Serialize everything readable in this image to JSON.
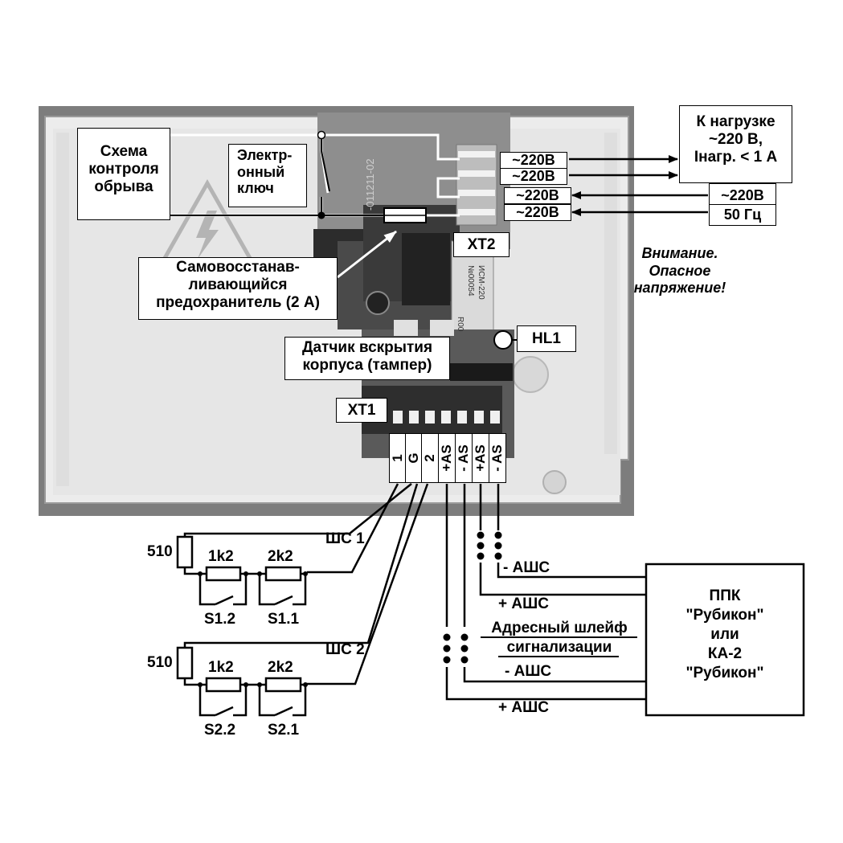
{
  "labels": {
    "break_control": [
      "Схема",
      "контроля",
      "обрыва"
    ],
    "electronic_key": [
      "Электр-",
      "онный",
      "ключ"
    ],
    "fuse": [
      "Самовосстанав-",
      "ливающийся",
      "предохранитель (2 А)"
    ],
    "tamper": [
      "Датчик вскрытия",
      "корпуса (тампер)"
    ],
    "xt2": "XT2",
    "xt1": "XT1",
    "hl1": "HL1",
    "load": [
      "К нагрузке",
      "~220 В,",
      "Iнагр. < 1 А"
    ],
    "mains": [
      "~220В",
      "50 Гц"
    ],
    "warning": [
      "Внимание.",
      "Опасное",
      "напряжение!"
    ],
    "ppk": [
      "ППК",
      "\"Рубикон\"",
      "или",
      "КА-2",
      "\"Рубикон\""
    ],
    "loop_title": [
      "Адресный шлейф",
      "сигнализации"
    ]
  },
  "terminals_xt2": [
    "~220В",
    "~220В",
    "~220В",
    "~220В"
  ],
  "terminals_xt1": [
    "1",
    "G",
    "2",
    "+AS",
    "- AS",
    "+AS",
    "- AS"
  ],
  "board_marks": [
    "-011211-02",
    "ИСМ-220",
    "№00054",
    "R00"
  ],
  "loop1": {
    "name": "ШС 1",
    "r_end": "510",
    "r1": "1k2",
    "r2": "2k2",
    "sw1": "S1.2",
    "sw2": "S1.1"
  },
  "loop2": {
    "name": "ШС 2",
    "r_end": "510",
    "r1": "1k2",
    "r2": "2k2",
    "sw1": "S2.2",
    "sw2": "S2.1"
  },
  "wire_labels": {
    "minus_top": "- АШС",
    "plus_top": "+ АШС",
    "minus_bottom": "- АШС",
    "plus_bottom": "+ АШС"
  }
}
